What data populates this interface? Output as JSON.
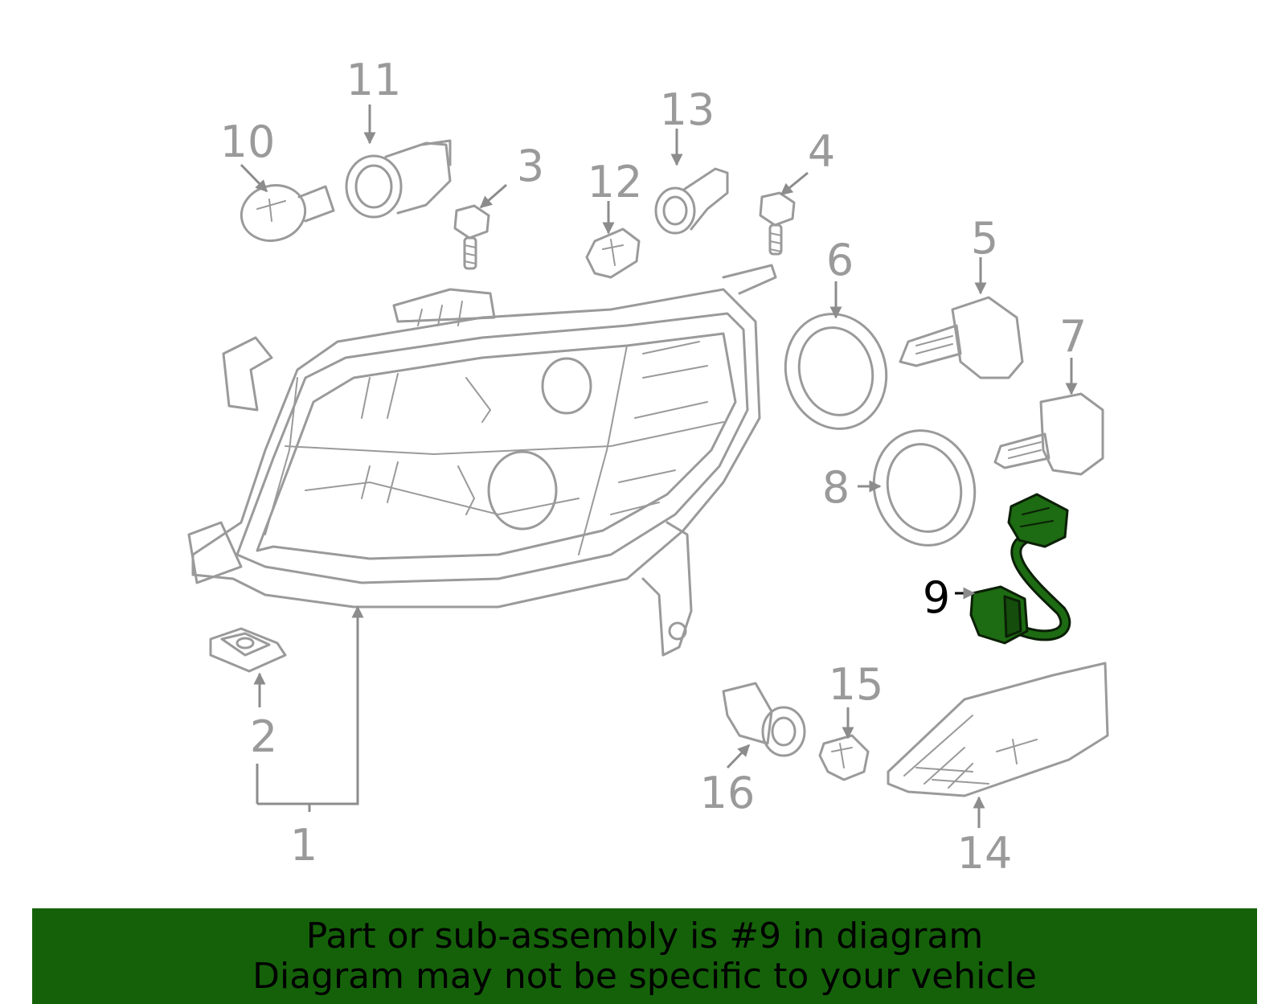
{
  "callouts": [
    "1",
    "2",
    "3",
    "4",
    "5",
    "6",
    "7",
    "8",
    "9",
    "10",
    "11",
    "12",
    "13",
    "14",
    "15",
    "16"
  ],
  "highlighted_part": "9",
  "colors": {
    "highlight": "#1d6b12",
    "banner": "#15610a",
    "linework": "#9a9a9a"
  },
  "banner": {
    "line1": "Part or sub-assembly is #9 in diagram",
    "line2": "Diagram may not be specific to your vehicle"
  }
}
